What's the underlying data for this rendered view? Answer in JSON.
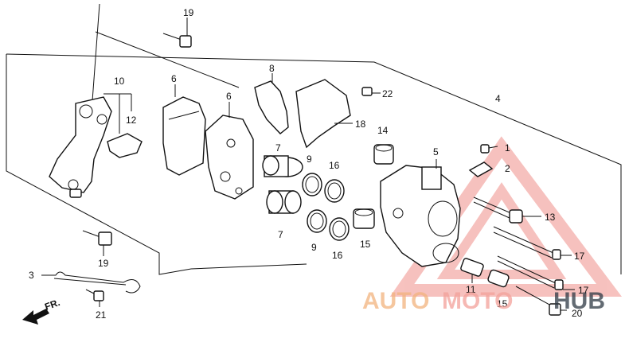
{
  "callouts": {
    "c19a": "19",
    "c10": "10",
    "c12": "12",
    "c6a": "6",
    "c6b": "6",
    "c8": "8",
    "c22": "22",
    "c4": "4",
    "c18": "18",
    "c7a": "7",
    "c9a": "9",
    "c16a": "16",
    "c14": "14",
    "c5": "5",
    "c1": "1",
    "c2": "2",
    "c7b": "7",
    "c9b": "9",
    "c16b": "16",
    "c15a": "15",
    "c13": "13",
    "c17a": "17",
    "c11": "11",
    "c17b": "17",
    "c15b": "15",
    "c20": "20",
    "c3": "3",
    "c19b": "19",
    "c21": "21"
  },
  "direction_marker": "FR.",
  "watermark": {
    "part1": "AUTO",
    "part2": "MOTO",
    "part3": "HUB",
    "color_main": "#f2b37e",
    "color_accent": "#f3a19a",
    "color_dark": "#2f3a45"
  }
}
